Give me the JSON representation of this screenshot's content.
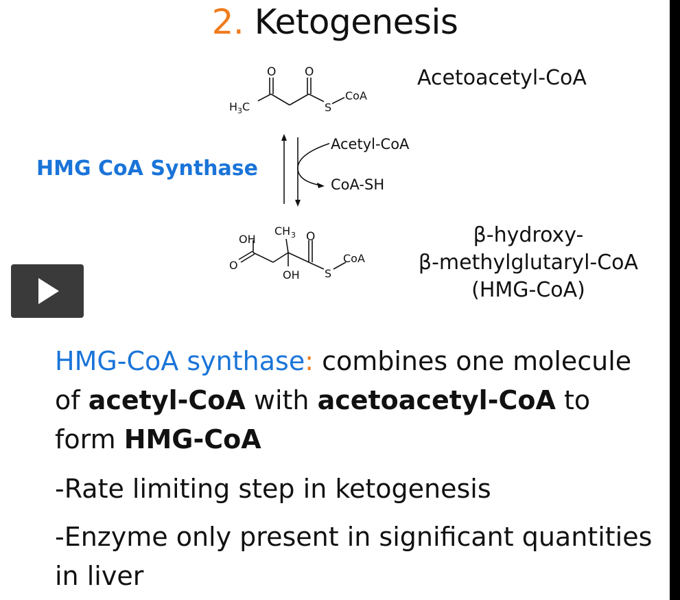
{
  "slide": {
    "title_number": "2.",
    "title_text": "Ketogenesis"
  },
  "diagram": {
    "top_compound_name": "Acetoacetyl-CoA",
    "enzyme_label": "HMG CoA Synthase",
    "reactant_in": "Acetyl-CoA",
    "product_out": "CoA-SH",
    "bottom_compound_name_line1": "β-hydroxy-",
    "bottom_compound_name_line2": "β-methylglutaryl-CoA",
    "bottom_compound_name_line3": "(HMG-CoA)",
    "structure_top": {
      "o1": "O",
      "o2": "O",
      "h3c": "H",
      "h3c_sub": "3",
      "h3c_c": "C",
      "s": "S",
      "coa": "CoA"
    },
    "structure_bottom": {
      "oh": "OH",
      "ch3": "CH",
      "ch3_sub": "3",
      "o_top": "O",
      "o_left": "O",
      "oh_bottom": "OH",
      "s": "S",
      "coa": "CoA"
    }
  },
  "body": {
    "enzyme_name": "HMG-CoA synthase",
    "colon": ":",
    "part1": " combines one molecule of ",
    "acetyl": "acetyl-CoA",
    "part2": " with ",
    "acetoacetyl": "acetoacetyl-CoA",
    "part3": " to form ",
    "hmg": "HMG-CoA",
    "bullet1": "-Rate limiting step in ketogenesis",
    "bullet2_line1": "-Enzyme only present in significant quantities",
    "bullet2_line2": "in liver"
  },
  "colors": {
    "accent_blue": "#1a74d8",
    "accent_orange": "#f07c1c",
    "play_button_bg": "#3a3a3a"
  },
  "icons": {
    "play": "play-triangle-icon"
  }
}
